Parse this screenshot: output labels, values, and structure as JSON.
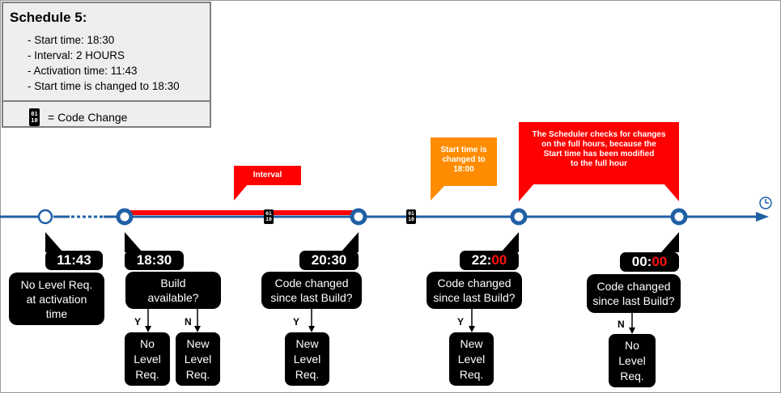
{
  "legend": {
    "title": "Schedule 5:",
    "items": [
      "- Start time:  18:30",
      "- Interval:  2 HOURS",
      "- Activation time:  11:43",
      "- Start time is changed to 18:30"
    ],
    "code_icon_line1": "01",
    "code_icon_line2": "10",
    "code_change_label": "= Code Change"
  },
  "callouts": {
    "interval": "Interval",
    "start_changed": "Start time is\nchanged to\n18:00",
    "scheduler_note": "The Scheduler checks for changes\non the full hours, because the\nStart time has been modified\nto the full hour"
  },
  "times": {
    "t1": "11:43",
    "t2": "18:30",
    "t3": "20:30",
    "t4_hours": "22:",
    "t4_minutes": "00",
    "t5_hours": "00:",
    "t5_minutes": "00"
  },
  "questions": {
    "q1": "No Level Req.\nat activation\ntime",
    "q2": "Build\navailable?",
    "q3": "Code changed\nsince last Build?",
    "q4": "Code changed\nsince last Build?",
    "q5": "Code changed\nsince last Build?"
  },
  "answers": {
    "y": "Y",
    "n": "N",
    "no_level": "No\nLevel\nReq.",
    "new_level": "New\nLevel\nReq."
  },
  "colors": {
    "timeline": "#1f5fa6",
    "interval": "#ff0000",
    "orange": "#ff8c00",
    "black": "#000000"
  },
  "icons": {
    "timeline_end": "clock-icon"
  }
}
